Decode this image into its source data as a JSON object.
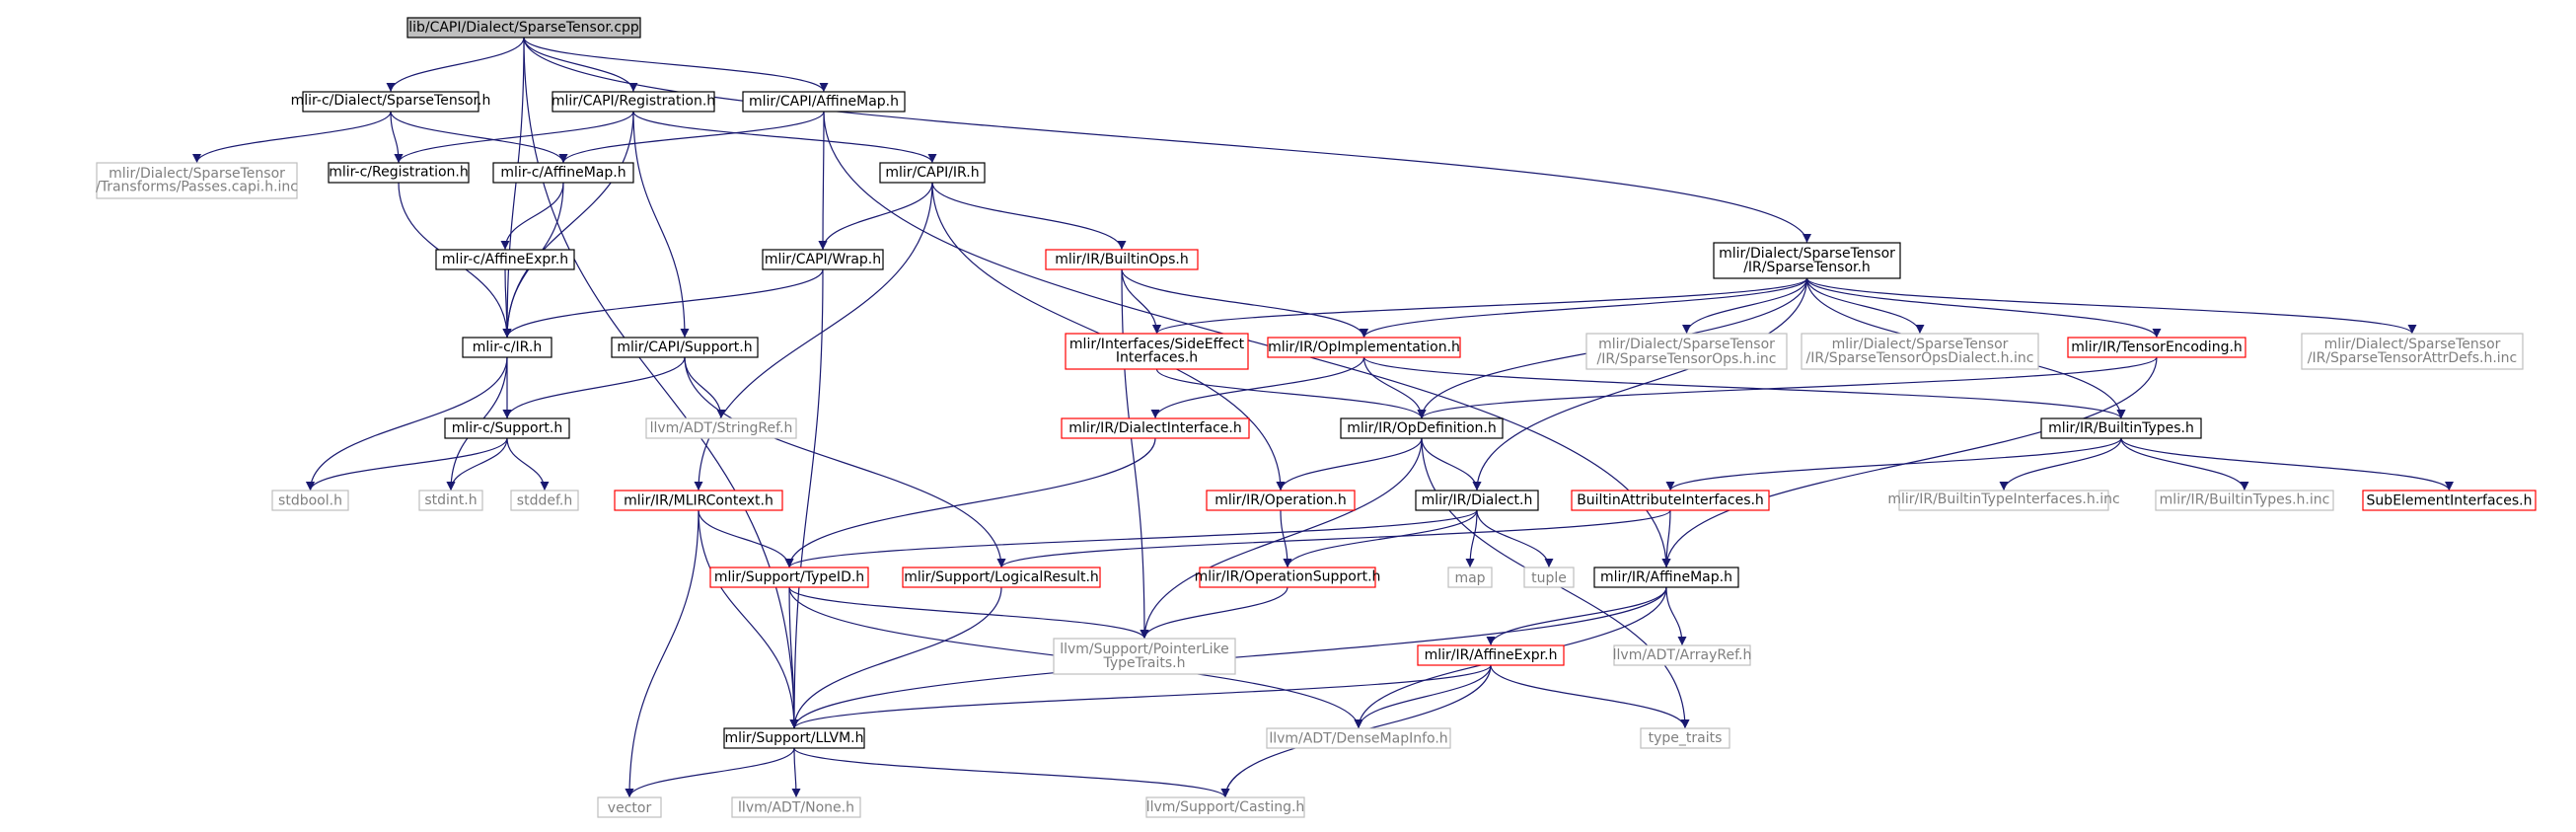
{
  "colors": {
    "edge": "#191970",
    "root_fill": "#bfbfbf",
    "normal_border": "#000000",
    "linked_border": "#ff0000",
    "external_border": "#bfbfbf",
    "normal_text": "#000000",
    "external_text": "#7f7f7f"
  },
  "nodes": [
    {
      "id": "root",
      "kind": "root",
      "lines": [
        "lib/CAPI/Dialect/SparseTensor.cpp"
      ]
    },
    {
      "id": "n_cst",
      "kind": "normal",
      "lines": [
        "mlir-c/Dialect/SparseTensor.h"
      ]
    },
    {
      "id": "n_capireg",
      "kind": "normal",
      "lines": [
        "mlir/CAPI/Registration.h"
      ]
    },
    {
      "id": "n_capiaffine",
      "kind": "normal",
      "lines": [
        "mlir/CAPI/AffineMap.h"
      ]
    },
    {
      "id": "n_passes",
      "kind": "external",
      "lines": [
        "mlir/Dialect/SparseTensor",
        "/Transforms/Passes.capi.h.inc"
      ]
    },
    {
      "id": "n_creg",
      "kind": "normal",
      "lines": [
        "mlir-c/Registration.h"
      ]
    },
    {
      "id": "n_caffine",
      "kind": "normal",
      "lines": [
        "mlir-c/AffineMap.h"
      ]
    },
    {
      "id": "n_capiir",
      "kind": "normal",
      "lines": [
        "mlir/CAPI/IR.h"
      ]
    },
    {
      "id": "n_caffexpr",
      "kind": "normal",
      "lines": [
        "mlir-c/AffineExpr.h"
      ]
    },
    {
      "id": "n_capiwrap",
      "kind": "normal",
      "lines": [
        "mlir/CAPI/Wrap.h"
      ]
    },
    {
      "id": "n_builtinops",
      "kind": "linked",
      "lines": [
        "mlir/IR/BuiltinOps.h"
      ]
    },
    {
      "id": "n_sparsetensor",
      "kind": "normal",
      "lines": [
        "mlir/Dialect/SparseTensor",
        "/IR/SparseTensor.h"
      ]
    },
    {
      "id": "n_cir",
      "kind": "normal",
      "lines": [
        "mlir-c/IR.h"
      ]
    },
    {
      "id": "n_capisupport",
      "kind": "normal",
      "lines": [
        "mlir/CAPI/Support.h"
      ]
    },
    {
      "id": "n_sideeffect",
      "kind": "linked",
      "lines": [
        "mlir/Interfaces/SideEffect",
        "Interfaces.h"
      ]
    },
    {
      "id": "n_opimpl",
      "kind": "linked",
      "lines": [
        "mlir/IR/OpImplementation.h"
      ]
    },
    {
      "id": "n_stops",
      "kind": "external",
      "lines": [
        "mlir/Dialect/SparseTensor",
        "/IR/SparseTensorOps.h.inc"
      ]
    },
    {
      "id": "n_stopsdialect",
      "kind": "external",
      "lines": [
        "mlir/Dialect/SparseTensor",
        "/IR/SparseTensorOpsDialect.h.inc"
      ]
    },
    {
      "id": "n_tensorenc",
      "kind": "linked",
      "lines": [
        "mlir/IR/TensorEncoding.h"
      ]
    },
    {
      "id": "n_stattr",
      "kind": "external",
      "lines": [
        "mlir/Dialect/SparseTensor",
        "/IR/SparseTensorAttrDefs.h.inc"
      ]
    },
    {
      "id": "n_csupport",
      "kind": "normal",
      "lines": [
        "mlir-c/Support.h"
      ]
    },
    {
      "id": "n_stringref",
      "kind": "external",
      "lines": [
        "llvm/ADT/StringRef.h"
      ]
    },
    {
      "id": "n_dialectiface",
      "kind": "linked",
      "lines": [
        "mlir/IR/DialectInterface.h"
      ]
    },
    {
      "id": "n_opdef",
      "kind": "normal",
      "lines": [
        "mlir/IR/OpDefinition.h"
      ]
    },
    {
      "id": "n_builtintypes",
      "kind": "normal",
      "lines": [
        "mlir/IR/BuiltinTypes.h"
      ]
    },
    {
      "id": "n_stdbool",
      "kind": "external",
      "lines": [
        "stdbool.h"
      ]
    },
    {
      "id": "n_stdint",
      "kind": "external",
      "lines": [
        "stdint.h"
      ]
    },
    {
      "id": "n_stddef",
      "kind": "external",
      "lines": [
        "stddef.h"
      ]
    },
    {
      "id": "n_mlircontext",
      "kind": "linked",
      "lines": [
        "mlir/IR/MLIRContext.h"
      ]
    },
    {
      "id": "n_operation",
      "kind": "linked",
      "lines": [
        "mlir/IR/Operation.h"
      ]
    },
    {
      "id": "n_dialect",
      "kind": "normal",
      "lines": [
        "mlir/IR/Dialect.h"
      ]
    },
    {
      "id": "n_builtinattr",
      "kind": "linked",
      "lines": [
        "BuiltinAttributeInterfaces.h"
      ]
    },
    {
      "id": "n_btiface",
      "kind": "external",
      "lines": [
        "mlir/IR/BuiltinTypeInterfaces.h.inc"
      ]
    },
    {
      "id": "n_btinc",
      "kind": "external",
      "lines": [
        "mlir/IR/BuiltinTypes.h.inc"
      ]
    },
    {
      "id": "n_subelem",
      "kind": "linked",
      "lines": [
        "SubElementInterfaces.h"
      ]
    },
    {
      "id": "n_typeid",
      "kind": "linked",
      "lines": [
        "mlir/Support/TypeID.h"
      ]
    },
    {
      "id": "n_logical",
      "kind": "linked",
      "lines": [
        "mlir/Support/LogicalResult.h"
      ]
    },
    {
      "id": "n_opsupport",
      "kind": "linked",
      "lines": [
        "mlir/IR/OperationSupport.h"
      ]
    },
    {
      "id": "n_map",
      "kind": "external",
      "lines": [
        "map"
      ]
    },
    {
      "id": "n_tuple",
      "kind": "external",
      "lines": [
        "tuple"
      ]
    },
    {
      "id": "n_affinemap",
      "kind": "normal",
      "lines": [
        "mlir/IR/AffineMap.h"
      ]
    },
    {
      "id": "n_pointerlike",
      "kind": "external",
      "lines": [
        "llvm/Support/PointerLike",
        "TypeTraits.h"
      ]
    },
    {
      "id": "n_affexpr",
      "kind": "linked",
      "lines": [
        "mlir/IR/AffineExpr.h"
      ]
    },
    {
      "id": "n_arrayref",
      "kind": "external",
      "lines": [
        "llvm/ADT/ArrayRef.h"
      ]
    },
    {
      "id": "n_llvm",
      "kind": "normal",
      "lines": [
        "mlir/Support/LLVM.h"
      ]
    },
    {
      "id": "n_densemap",
      "kind": "external",
      "lines": [
        "llvm/ADT/DenseMapInfo.h"
      ]
    },
    {
      "id": "n_typetraits",
      "kind": "external",
      "lines": [
        "type_traits"
      ]
    },
    {
      "id": "n_vector",
      "kind": "external",
      "lines": [
        "vector"
      ]
    },
    {
      "id": "n_none",
      "kind": "external",
      "lines": [
        "llvm/ADT/None.h"
      ]
    },
    {
      "id": "n_casting",
      "kind": "external",
      "lines": [
        "llvm/Support/Casting.h"
      ]
    }
  ],
  "edges": [
    [
      "root",
      "n_cst"
    ],
    [
      "root",
      "n_capireg"
    ],
    [
      "root",
      "n_capiaffine"
    ],
    [
      "root",
      "n_cir"
    ],
    [
      "root",
      "n_llvm"
    ],
    [
      "root",
      "n_sparsetensor"
    ],
    [
      "n_cst",
      "n_passes"
    ],
    [
      "n_cst",
      "n_creg"
    ],
    [
      "n_cst",
      "n_caffine"
    ],
    [
      "n_capireg",
      "n_creg"
    ],
    [
      "n_capireg",
      "n_capiir"
    ],
    [
      "n_capireg",
      "n_cir"
    ],
    [
      "n_capireg",
      "n_capisupport"
    ],
    [
      "n_capiaffine",
      "n_caffine"
    ],
    [
      "n_capiaffine",
      "n_capiwrap"
    ],
    [
      "n_capiaffine",
      "n_affinemap"
    ],
    [
      "n_creg",
      "n_cir"
    ],
    [
      "n_caffine",
      "n_caffexpr"
    ],
    [
      "n_caffine",
      "n_cir"
    ],
    [
      "n_caffexpr",
      "n_cir"
    ],
    [
      "n_capiir",
      "n_capiwrap"
    ],
    [
      "n_capiir",
      "n_builtinops"
    ],
    [
      "n_capiir",
      "n_mlircontext"
    ],
    [
      "n_capiir",
      "n_operation"
    ],
    [
      "n_capiwrap",
      "n_cir"
    ],
    [
      "n_capiwrap",
      "n_llvm"
    ],
    [
      "n_cir",
      "n_csupport"
    ],
    [
      "n_cir",
      "n_stdbool"
    ],
    [
      "n_cir",
      "n_stdint"
    ],
    [
      "n_capisupport",
      "n_csupport"
    ],
    [
      "n_capisupport",
      "n_stringref"
    ],
    [
      "n_capisupport",
      "n_logical"
    ],
    [
      "n_csupport",
      "n_stdbool"
    ],
    [
      "n_csupport",
      "n_stdint"
    ],
    [
      "n_csupport",
      "n_stddef"
    ],
    [
      "n_builtinops",
      "n_sideeffect"
    ],
    [
      "n_builtinops",
      "n_opimpl"
    ],
    [
      "n_builtinops",
      "n_pointerlike"
    ],
    [
      "n_sparsetensor",
      "n_sideeffect"
    ],
    [
      "n_sparsetensor",
      "n_opimpl"
    ],
    [
      "n_sparsetensor",
      "n_opdef"
    ],
    [
      "n_sparsetensor",
      "n_dialect"
    ],
    [
      "n_sparsetensor",
      "n_stops"
    ],
    [
      "n_sparsetensor",
      "n_stopsdialect"
    ],
    [
      "n_sparsetensor",
      "n_tensorenc"
    ],
    [
      "n_sparsetensor",
      "n_stattr"
    ],
    [
      "n_sparsetensor",
      "n_builtintypes"
    ],
    [
      "n_sideeffect",
      "n_opdef"
    ],
    [
      "n_opimpl",
      "n_dialectiface"
    ],
    [
      "n_opimpl",
      "n_opdef"
    ],
    [
      "n_opimpl",
      "n_builtintypes"
    ],
    [
      "n_tensorenc",
      "n_opdef"
    ],
    [
      "n_tensorenc",
      "n_affinemap"
    ],
    [
      "n_dialectiface",
      "n_typeid"
    ],
    [
      "n_opdef",
      "n_operation"
    ],
    [
      "n_opdef",
      "n_dialect"
    ],
    [
      "n_opdef",
      "n_pointerlike"
    ],
    [
      "n_opdef",
      "n_typetraits"
    ],
    [
      "n_builtintypes",
      "n_builtinattr"
    ],
    [
      "n_builtintypes",
      "n_btiface"
    ],
    [
      "n_builtintypes",
      "n_btinc"
    ],
    [
      "n_builtintypes",
      "n_subelem"
    ],
    [
      "n_mlircontext",
      "n_typeid"
    ],
    [
      "n_mlircontext",
      "n_llvm"
    ],
    [
      "n_mlircontext",
      "n_vector"
    ],
    [
      "n_operation",
      "n_opsupport"
    ],
    [
      "n_dialect",
      "n_typeid"
    ],
    [
      "n_dialect",
      "n_opsupport"
    ],
    [
      "n_dialect",
      "n_map"
    ],
    [
      "n_dialect",
      "n_tuple"
    ],
    [
      "n_builtinattr",
      "n_logical"
    ],
    [
      "n_builtinattr",
      "n_affinemap"
    ],
    [
      "n_typeid",
      "n_llvm"
    ],
    [
      "n_typeid",
      "n_pointerlike"
    ],
    [
      "n_typeid",
      "n_densemap"
    ],
    [
      "n_logical",
      "n_llvm"
    ],
    [
      "n_opsupport",
      "n_pointerlike"
    ],
    [
      "n_affinemap",
      "n_affexpr"
    ],
    [
      "n_affinemap",
      "n_arrayref"
    ],
    [
      "n_affinemap",
      "n_llvm"
    ],
    [
      "n_affinemap",
      "n_densemap"
    ],
    [
      "n_affexpr",
      "n_llvm"
    ],
    [
      "n_affexpr",
      "n_densemap"
    ],
    [
      "n_affexpr",
      "n_typetraits"
    ],
    [
      "n_affexpr",
      "n_casting"
    ],
    [
      "n_llvm",
      "n_vector"
    ],
    [
      "n_llvm",
      "n_none"
    ],
    [
      "n_llvm",
      "n_casting"
    ]
  ]
}
